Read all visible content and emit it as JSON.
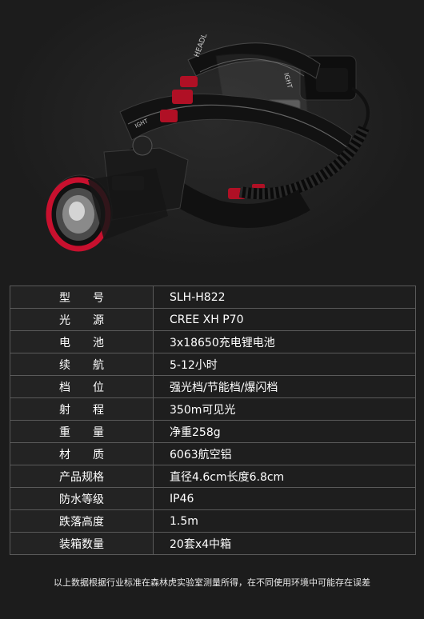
{
  "brand_strap_text": "HEADLIGHT",
  "specs": [
    {
      "label": "型　　号",
      "value": "SLH-H822"
    },
    {
      "label": "光　　源",
      "value": "CREE XH P70"
    },
    {
      "label": "电　　池",
      "value": "3x18650充电锂电池"
    },
    {
      "label": "续　　航",
      "value": "5-12小时"
    },
    {
      "label": "档　　位",
      "value": "强光档/节能档/爆闪档"
    },
    {
      "label": "射　　程",
      "value": "350m可见光"
    },
    {
      "label": "重　　量",
      "value": "净重258g"
    },
    {
      "label": "材　　质",
      "value": "6063航空铝"
    },
    {
      "label": "产品规格",
      "value": "直径4.6cm长度6.8cm"
    },
    {
      "label": "防水等级",
      "value": " IP46"
    },
    {
      "label": "跌落高度",
      "value": "1.5m"
    },
    {
      "label": "装箱数量",
      "value": "20套x4中箱"
    }
  ],
  "footnote": "以上数据根据行业标准在森林虎实验室测量所得，在不同使用环境中可能存在误差",
  "colors": {
    "accent_red": "#c8102e",
    "background": "#1c1c1c",
    "border": "#5a5a5a"
  }
}
